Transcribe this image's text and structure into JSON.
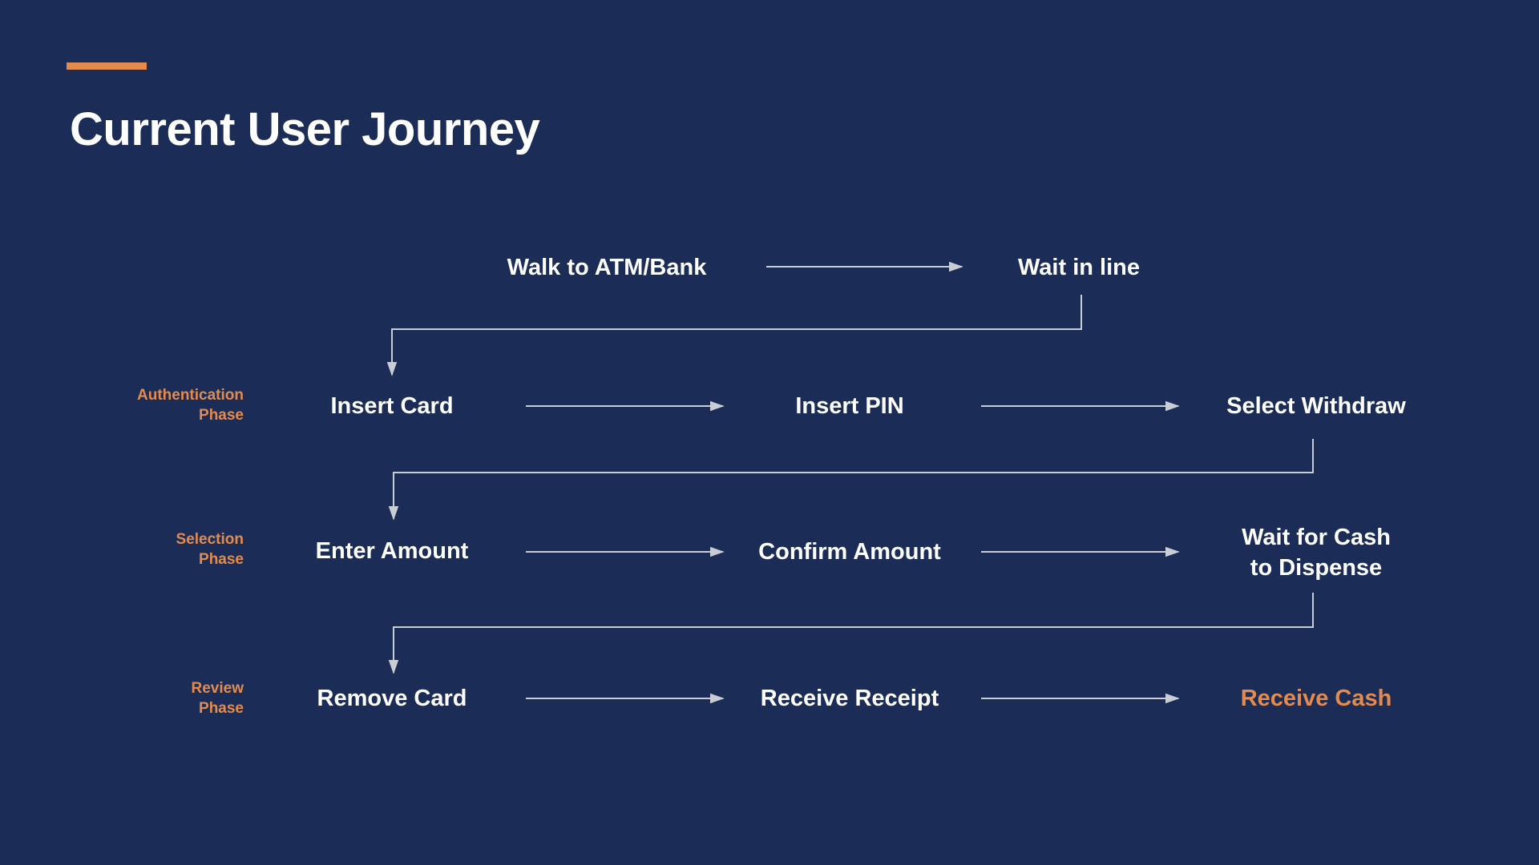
{
  "title": "Current User Journey",
  "colors": {
    "background": "#1b2d57",
    "accent": "#e38b4f",
    "text": "#ffffff",
    "line": "#c9cdd6"
  },
  "phases": [
    {
      "line1": "Authentication",
      "line2": "Phase"
    },
    {
      "line1": "Selection",
      "line2": "Phase"
    },
    {
      "line1": "Review",
      "line2": "Phase"
    }
  ],
  "steps": {
    "walk": "Walk to ATM/Bank",
    "wait_line": "Wait in line",
    "insert_card": "Insert Card",
    "insert_pin": "Insert PIN",
    "select_withdraw": "Select Withdraw",
    "enter_amount": "Enter Amount",
    "confirm_amount": "Confirm Amount",
    "wait_cash_1": "Wait for Cash",
    "wait_cash_2": "to Dispense",
    "remove_card": "Remove Card",
    "receive_receipt": "Receive Receipt",
    "receive_cash": "Receive Cash"
  }
}
